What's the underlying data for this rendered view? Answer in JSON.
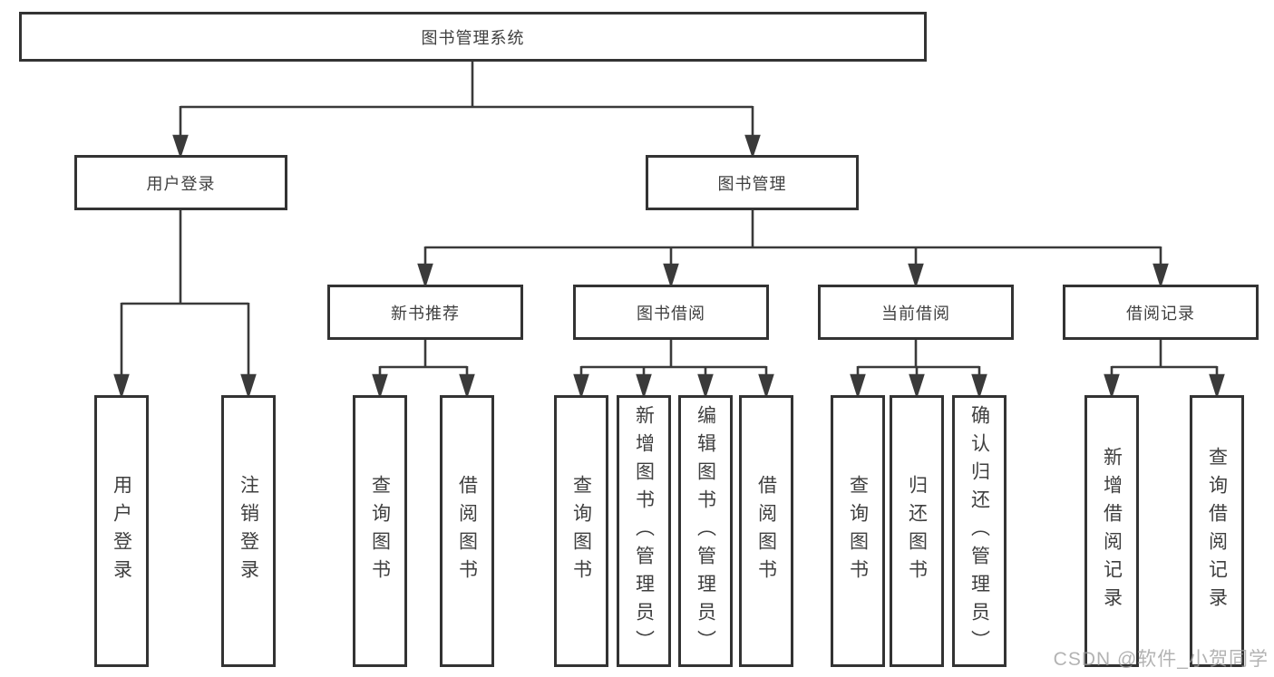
{
  "nodes": {
    "root": {
      "label": "图书管理系统"
    },
    "user_login": {
      "label": "用户登录"
    },
    "book_mgmt": {
      "label": "图书管理"
    },
    "new_book_rec": {
      "label": "新书推荐"
    },
    "book_borrow": {
      "label": "图书借阅"
    },
    "current_borrow": {
      "label": "当前借阅"
    },
    "borrow_records": {
      "label": "借阅记录"
    },
    "ul_login": {
      "label": "用户登录"
    },
    "ul_logout": {
      "label": "注销登录"
    },
    "nbr_query_book": {
      "label": "查询图书"
    },
    "nbr_borrow_book": {
      "label": "借阅图书"
    },
    "bb_query_book": {
      "label": "查询图书"
    },
    "bb_add_book": {
      "label": "新增图书（管理员）"
    },
    "bb_edit_book": {
      "label": "编辑图书（管理员）"
    },
    "bb_borrow_book": {
      "label": "借阅图书"
    },
    "cb_query_book": {
      "label": "查询图书"
    },
    "cb_return_book": {
      "label": "归还图书"
    },
    "cb_confirm_return": {
      "label": "确认归还（管理员）"
    },
    "br_add_record": {
      "label": "新增借阅记录"
    },
    "br_query_record": {
      "label": "查询借阅记录"
    }
  },
  "watermark": "CSDN @软件_小贺同学",
  "colors": {
    "line": "#3a3a3a",
    "box_border": "#333333",
    "text": "#3f3f3f",
    "watermark": "#9e9e9e",
    "background": "#ffffff"
  }
}
